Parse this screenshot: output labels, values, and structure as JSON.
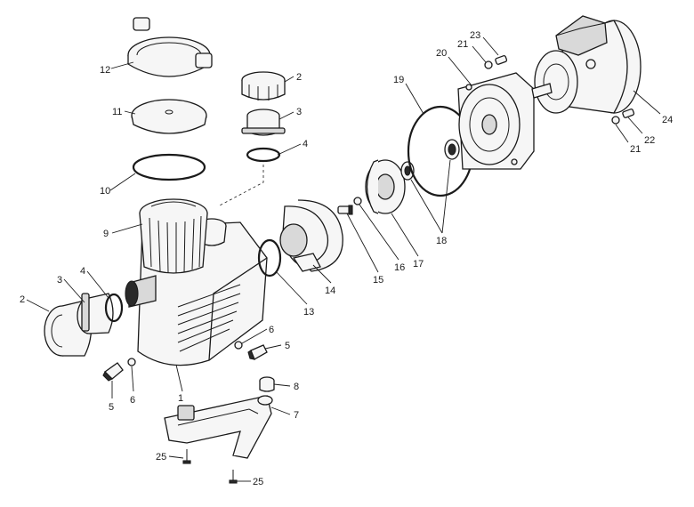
{
  "callouts": [
    {
      "id": "c-12",
      "text": "12"
    },
    {
      "id": "c-11",
      "text": "11"
    },
    {
      "id": "c-10",
      "text": "10"
    },
    {
      "id": "c-9",
      "text": "9"
    },
    {
      "id": "c-2a",
      "text": "2"
    },
    {
      "id": "c-3a",
      "text": "3"
    },
    {
      "id": "c-4a",
      "text": "4"
    },
    {
      "id": "c-2b",
      "text": "2"
    },
    {
      "id": "c-3b",
      "text": "3"
    },
    {
      "id": "c-4b",
      "text": "4"
    },
    {
      "id": "c-1",
      "text": "1"
    },
    {
      "id": "c-5a",
      "text": "5"
    },
    {
      "id": "c-6a",
      "text": "6"
    },
    {
      "id": "c-6b",
      "text": "6"
    },
    {
      "id": "c-5b",
      "text": "5"
    },
    {
      "id": "c-13",
      "text": "13"
    },
    {
      "id": "c-14",
      "text": "14"
    },
    {
      "id": "c-15",
      "text": "15"
    },
    {
      "id": "c-16",
      "text": "16"
    },
    {
      "id": "c-17",
      "text": "17"
    },
    {
      "id": "c-18",
      "text": "18"
    },
    {
      "id": "c-19",
      "text": "19"
    },
    {
      "id": "c-20",
      "text": "20"
    },
    {
      "id": "c-21a",
      "text": "21"
    },
    {
      "id": "c-23",
      "text": "23"
    },
    {
      "id": "c-24",
      "text": "24"
    },
    {
      "id": "c-22",
      "text": "22"
    },
    {
      "id": "c-21b",
      "text": "21"
    },
    {
      "id": "c-8",
      "text": "8"
    },
    {
      "id": "c-7",
      "text": "7"
    },
    {
      "id": "c-25a",
      "text": "25"
    },
    {
      "id": "c-25b",
      "text": "25"
    }
  ]
}
